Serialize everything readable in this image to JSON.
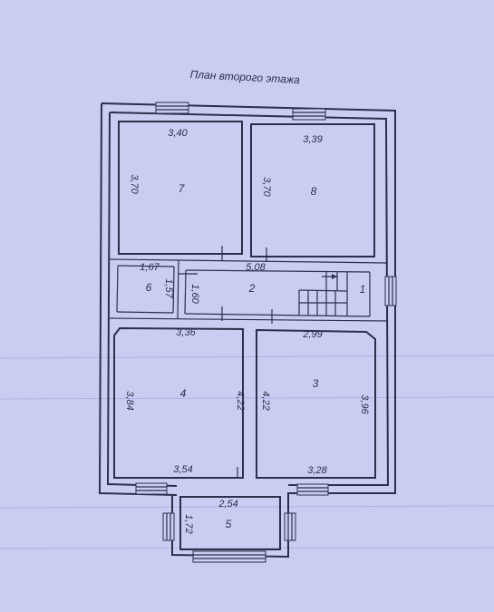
{
  "title": "План второго этажа",
  "colors": {
    "paper": "#c9cdf2",
    "ink": "#2b2f4a",
    "faint": "#aeb3e4"
  },
  "rooms": [
    {
      "number": "7",
      "width": "3,40",
      "height": "3,70"
    },
    {
      "number": "8",
      "width": "3,39",
      "height": "3,70"
    },
    {
      "number": "6",
      "width": "1,67",
      "height": "1,57"
    },
    {
      "number": "2",
      "width": "5,08",
      "height": "1,60"
    },
    {
      "number": "1"
    },
    {
      "number": "4",
      "width": "3,36",
      "width_bottom": "3,54",
      "height": "3,84",
      "height_right": "4,22"
    },
    {
      "number": "3",
      "width": "2,99",
      "width_bottom": "3,28",
      "height": "3,96",
      "height_left": "4,22"
    },
    {
      "number": "5",
      "width": "2,54",
      "height": "1,72"
    }
  ]
}
